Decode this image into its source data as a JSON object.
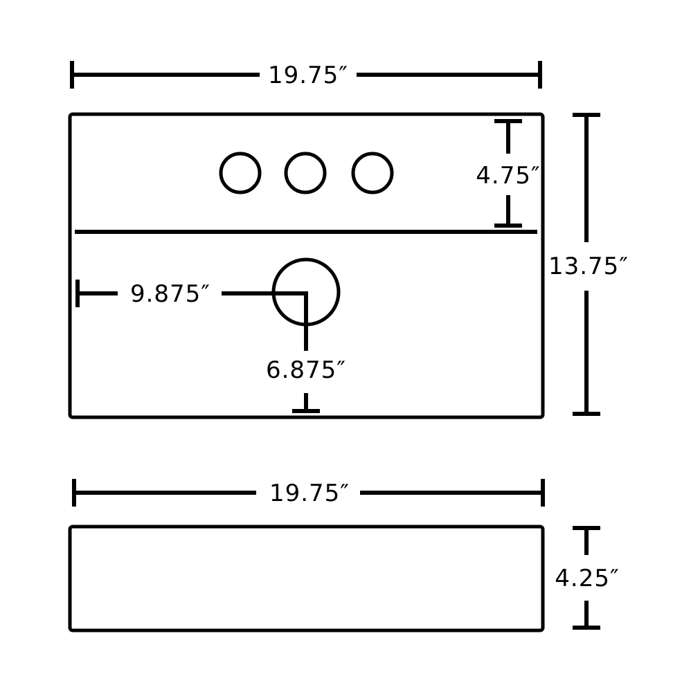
{
  "top_view": {
    "width_label": "19.75″",
    "depth_label": "13.75″",
    "deck_label": "4.75″",
    "drain_x_label": "9.875″",
    "drain_y_label": "6.875″",
    "faucet_hole_count": 3
  },
  "side_view": {
    "width_label": "19.75″",
    "height_label": "4.25″"
  },
  "colors": {
    "line": "#000000",
    "background": "#ffffff"
  }
}
